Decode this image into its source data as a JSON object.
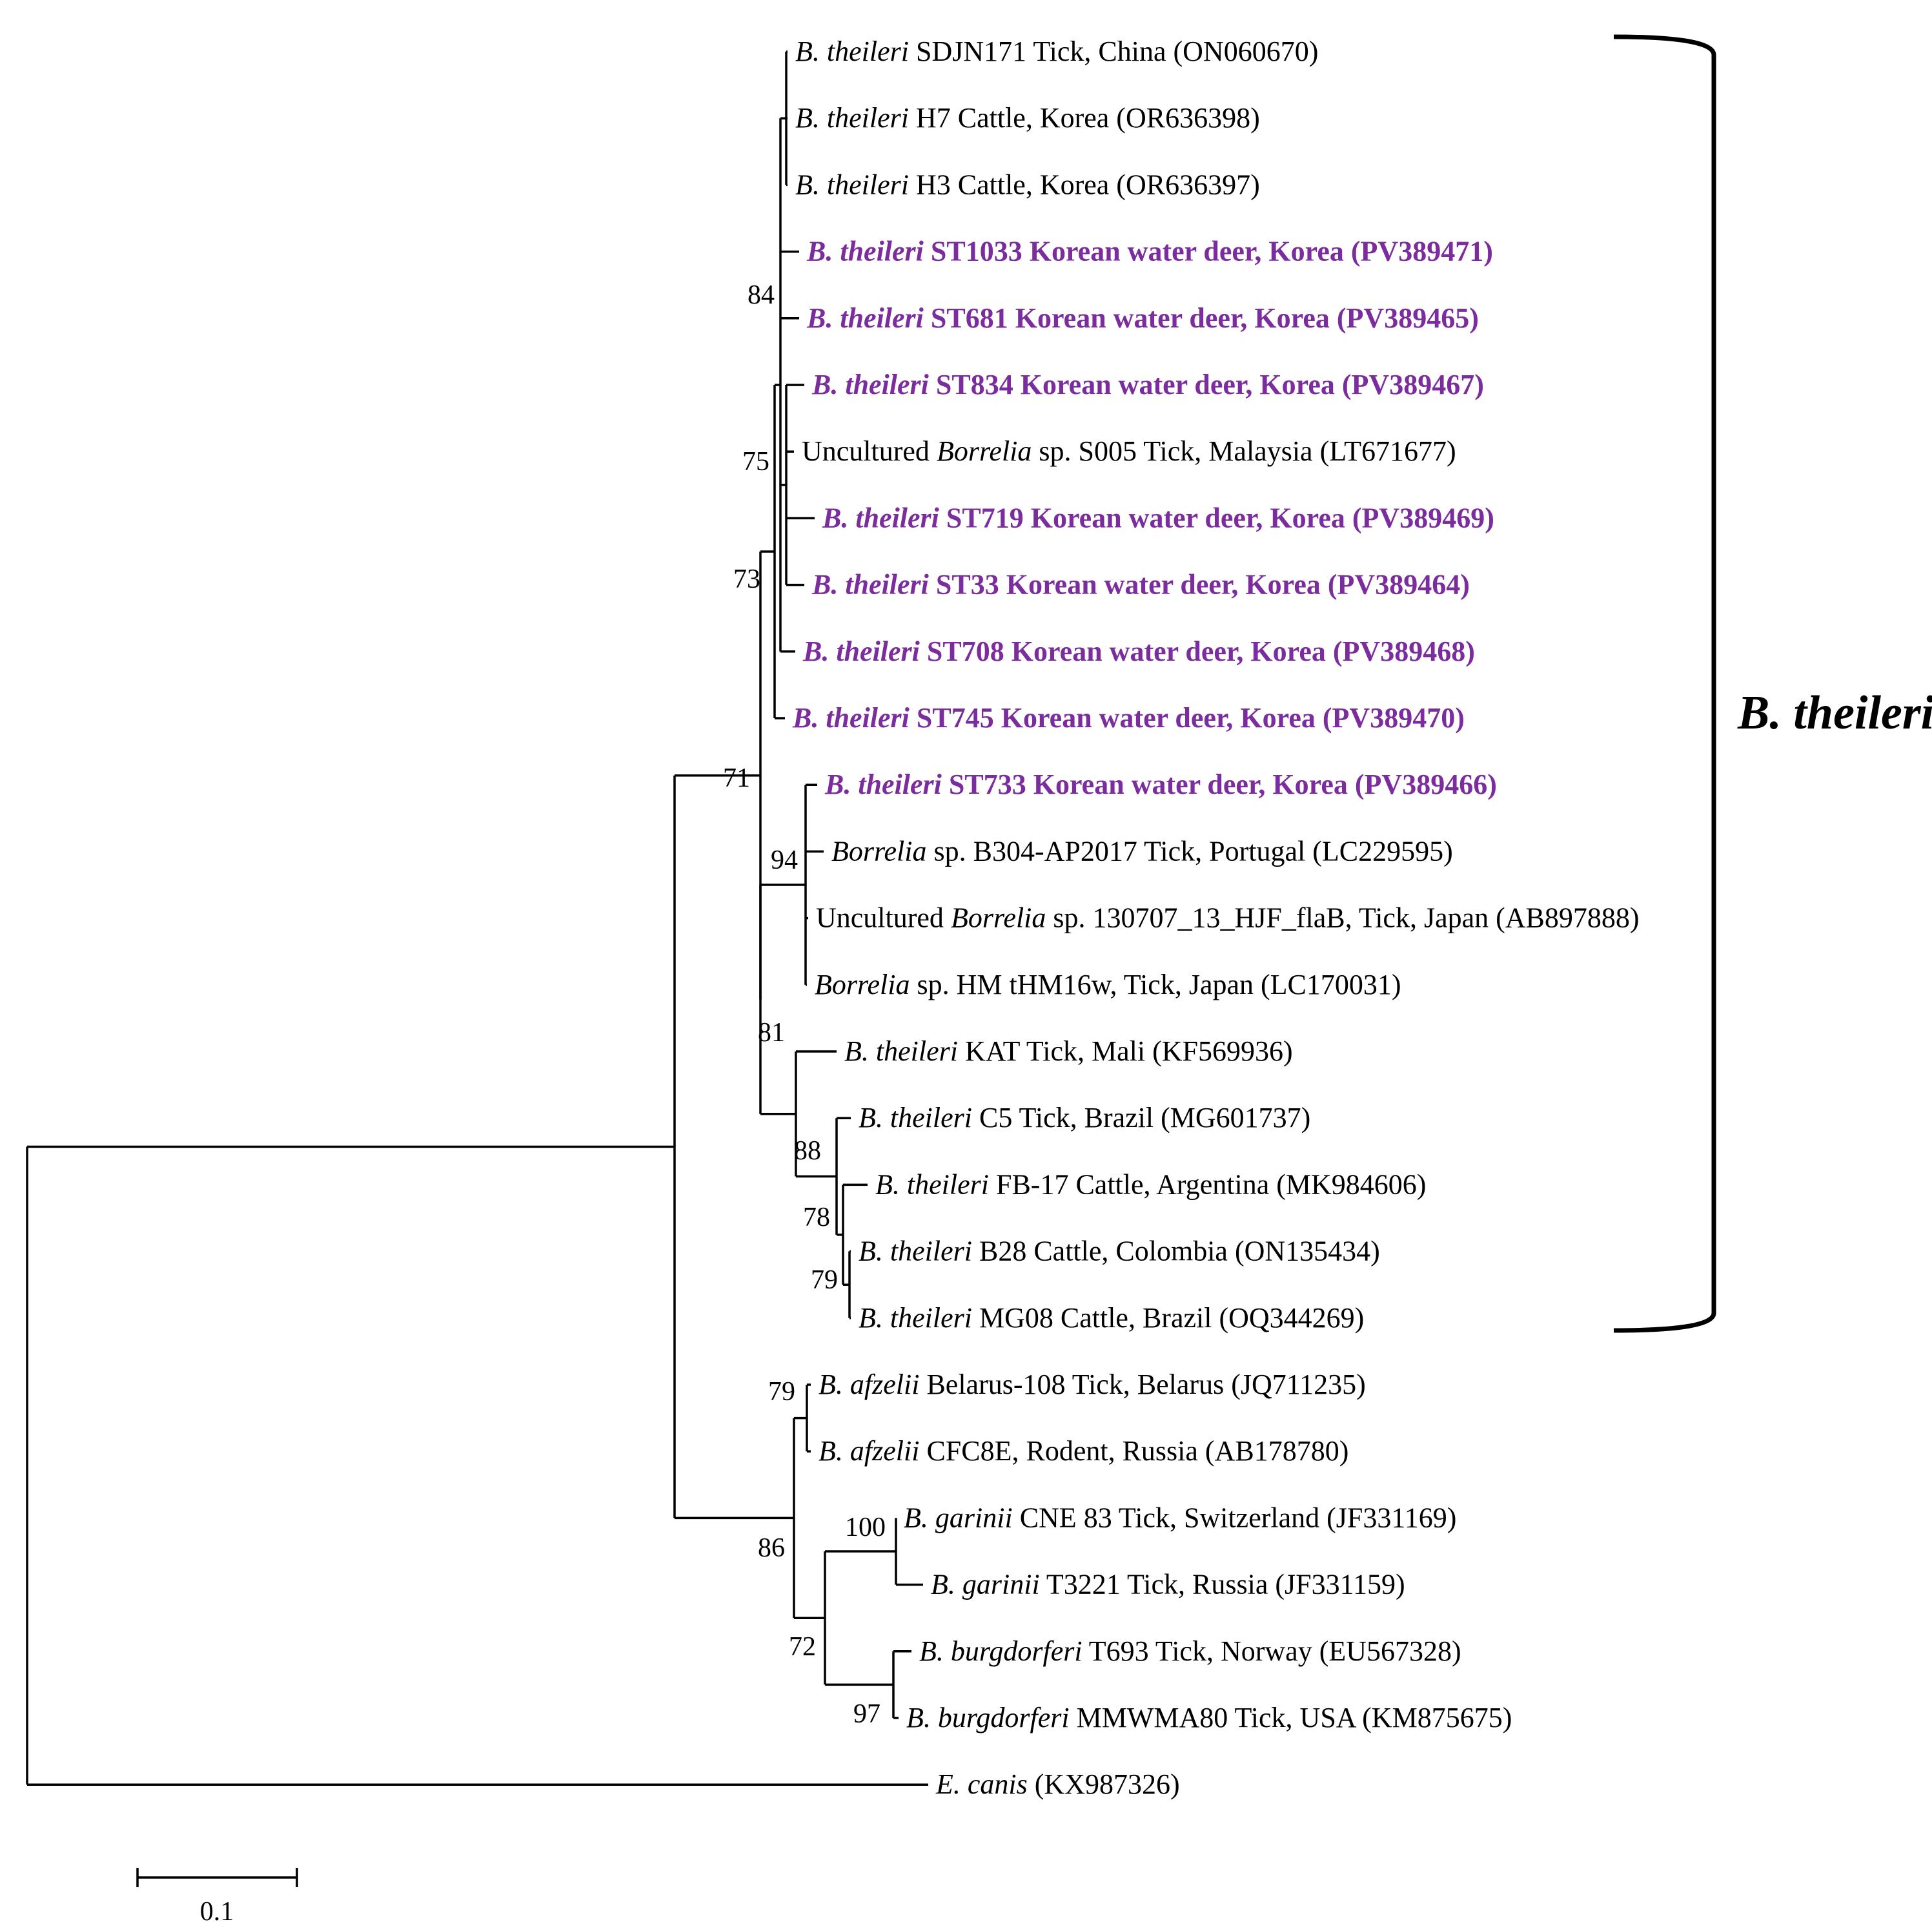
{
  "colors": {
    "branch": "#000000",
    "highlight": "#7b2d9e",
    "text": "#000000"
  },
  "leaves": [
    {
      "id": "L1",
      "parts": [
        {
          "t": "B. theileri",
          "i": true
        },
        {
          "t": " SDJN171 Tick, China (ON060670)"
        }
      ],
      "highlight": false
    },
    {
      "id": "L2",
      "parts": [
        {
          "t": "B. theileri",
          "i": true
        },
        {
          "t": " H7 Cattle, Korea (OR636398)"
        }
      ],
      "highlight": false
    },
    {
      "id": "L3",
      "parts": [
        {
          "t": "B. theileri",
          "i": true
        },
        {
          "t": " H3 Cattle, Korea (OR636397)"
        }
      ],
      "highlight": false
    },
    {
      "id": "L4",
      "parts": [
        {
          "t": "B. theileri",
          "i": true
        },
        {
          "t": " ST1033 Korean water deer, Korea (PV389471)"
        }
      ],
      "highlight": true
    },
    {
      "id": "L5",
      "parts": [
        {
          "t": "B. theileri",
          "i": true
        },
        {
          "t": " ST681 Korean water deer, Korea (PV389465)"
        }
      ],
      "highlight": true
    },
    {
      "id": "L6",
      "parts": [
        {
          "t": "B. theileri",
          "i": true
        },
        {
          "t": " ST834 Korean water deer, Korea (PV389467)"
        }
      ],
      "highlight": true
    },
    {
      "id": "L7",
      "parts": [
        {
          "t": "Uncultured "
        },
        {
          "t": "Borrelia",
          "i": true
        },
        {
          "t": " sp. S005 Tick, Malaysia (LT671677)"
        }
      ],
      "highlight": false
    },
    {
      "id": "L8",
      "parts": [
        {
          "t": "B. theileri",
          "i": true
        },
        {
          "t": " ST719 Korean water deer, Korea (PV389469)"
        }
      ],
      "highlight": true
    },
    {
      "id": "L9",
      "parts": [
        {
          "t": "B. theileri",
          "i": true
        },
        {
          "t": " ST33 Korean water deer, Korea (PV389464)"
        }
      ],
      "highlight": true
    },
    {
      "id": "L10",
      "parts": [
        {
          "t": "B. theileri",
          "i": true
        },
        {
          "t": " ST708 Korean water deer, Korea (PV389468)"
        }
      ],
      "highlight": true
    },
    {
      "id": "L11",
      "parts": [
        {
          "t": "B. theileri",
          "i": true
        },
        {
          "t": " ST745 Korean water deer, Korea (PV389470)"
        }
      ],
      "highlight": true
    },
    {
      "id": "L12",
      "parts": [
        {
          "t": "B. theileri",
          "i": true
        },
        {
          "t": " ST733 Korean water deer, Korea (PV389466)"
        }
      ],
      "highlight": true
    },
    {
      "id": "L13",
      "parts": [
        {
          "t": "Borrelia",
          "i": true
        },
        {
          "t": " sp. B304-AP2017 Tick, Portugal (LC229595)"
        }
      ],
      "highlight": false
    },
    {
      "id": "L14",
      "parts": [
        {
          "t": "Uncultured "
        },
        {
          "t": "Borrelia",
          "i": true
        },
        {
          "t": " sp. 130707_13_HJF_flaB, Tick, Japan (AB897888)"
        }
      ],
      "highlight": false
    },
    {
      "id": "L15",
      "parts": [
        {
          "t": "Borrelia",
          "i": true
        },
        {
          "t": " sp. HM tHM16w, Tick, Japan (LC170031)"
        }
      ],
      "highlight": false
    },
    {
      "id": "L16",
      "parts": [
        {
          "t": "B. theileri",
          "i": true
        },
        {
          "t": " KAT Tick, Mali (KF569936)"
        }
      ],
      "highlight": false
    },
    {
      "id": "L17",
      "parts": [
        {
          "t": "B. theileri",
          "i": true
        },
        {
          "t": " C5 Tick, Brazil (MG601737)"
        }
      ],
      "highlight": false
    },
    {
      "id": "L18",
      "parts": [
        {
          "t": "B. theileri",
          "i": true
        },
        {
          "t": " FB-17 Cattle, Argentina (MK984606)"
        }
      ],
      "highlight": false
    },
    {
      "id": "L19",
      "parts": [
        {
          "t": "B. theileri",
          "i": true
        },
        {
          "t": " B28 Cattle, Colombia (ON135434)"
        }
      ],
      "highlight": false
    },
    {
      "id": "L20",
      "parts": [
        {
          "t": "B. theileri",
          "i": true
        },
        {
          "t": " MG08 Cattle, Brazil (OQ344269)"
        }
      ],
      "highlight": false
    },
    {
      "id": "L21",
      "parts": [
        {
          "t": "B. afzelii",
          "i": true
        },
        {
          "t": " Belarus-108 Tick, Belarus (JQ711235)"
        }
      ],
      "highlight": false
    },
    {
      "id": "L22",
      "parts": [
        {
          "t": "B. afzelii",
          "i": true
        },
        {
          "t": " CFC8E, Rodent, Russia (AB178780)"
        }
      ],
      "highlight": false
    },
    {
      "id": "L23",
      "parts": [
        {
          "t": "B. garinii",
          "i": true
        },
        {
          "t": " CNE 83 Tick, Switzerland (JF331169)"
        }
      ],
      "highlight": false
    },
    {
      "id": "L24",
      "parts": [
        {
          "t": "B. garinii",
          "i": true
        },
        {
          "t": " T3221 Tick, Russia (JF331159)"
        }
      ],
      "highlight": false
    },
    {
      "id": "L25",
      "parts": [
        {
          "t": "B. burgdorferi",
          "i": true
        },
        {
          "t": " T693 Tick, Norway (EU567328)"
        }
      ],
      "highlight": false
    },
    {
      "id": "L26",
      "parts": [
        {
          "t": "B. burgdorferi",
          "i": true
        },
        {
          "t": " MMWMA80 Tick, USA (KM875675)"
        }
      ],
      "highlight": false
    },
    {
      "id": "L27",
      "parts": [
        {
          "t": "E. canis",
          "i": true
        },
        {
          "t": " (KX987326)"
        }
      ],
      "highlight": false
    }
  ],
  "bootstrap": [
    "84",
    "75",
    "73",
    "71",
    "94",
    "81",
    "88",
    "78",
    "79",
    "79",
    "100",
    "86",
    "72",
    "97"
  ],
  "clade": {
    "label": "B. theileri"
  },
  "scale": {
    "label": "0.1"
  }
}
